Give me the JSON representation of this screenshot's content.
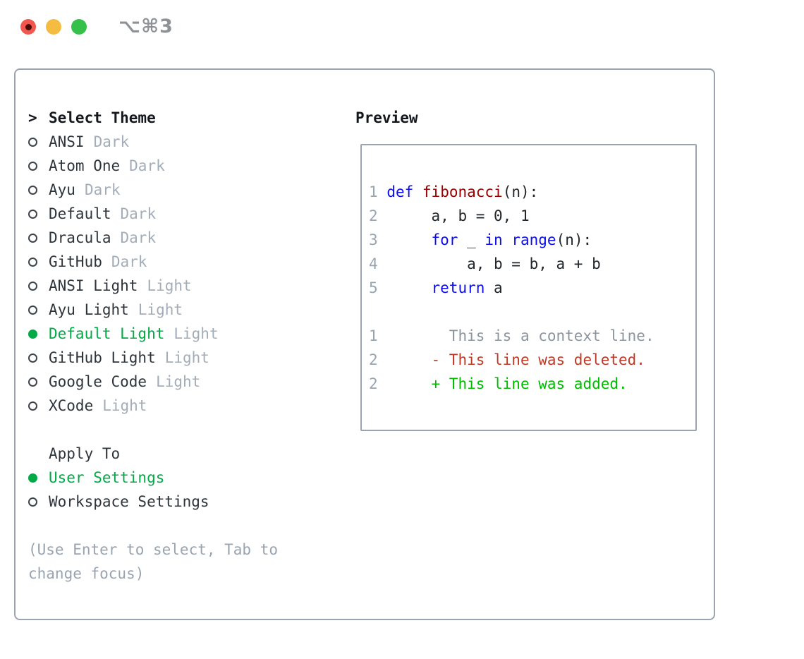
{
  "titlebar": {
    "shortcut": "⌥⌘3",
    "buttons": [
      "close",
      "minimize",
      "zoom"
    ]
  },
  "colors": {
    "accent_green": "#00ab45",
    "diff_added_green": "#00bb00",
    "diff_deleted_red": "#bf3a26",
    "keyword_blue": "#0d0dee",
    "function_red": "#990000",
    "muted_gray": "#a3adb9",
    "line_number_gray": "#99a4b1",
    "context_gray": "#8c959e",
    "border_gray": "#9ba4b0",
    "traffic_red": "#f3564f",
    "traffic_yellow": "#f4bc40",
    "traffic_green": "#35c04a"
  },
  "left": {
    "prompt": ">",
    "title": "Select Theme",
    "themes": [
      {
        "name": "ANSI",
        "variant": "Dark",
        "selected": false
      },
      {
        "name": "Atom One",
        "variant": "Dark",
        "selected": false
      },
      {
        "name": "Ayu",
        "variant": "Dark",
        "selected": false
      },
      {
        "name": "Default",
        "variant": "Dark",
        "selected": false
      },
      {
        "name": "Dracula",
        "variant": "Dark",
        "selected": false
      },
      {
        "name": "GitHub",
        "variant": "Dark",
        "selected": false
      },
      {
        "name": "ANSI Light",
        "variant": "Light",
        "selected": false
      },
      {
        "name": "Ayu Light",
        "variant": "Light",
        "selected": false
      },
      {
        "name": "Default Light",
        "variant": "Light",
        "selected": true
      },
      {
        "name": "GitHub Light",
        "variant": "Light",
        "selected": false
      },
      {
        "name": "Google Code",
        "variant": "Light",
        "selected": false
      },
      {
        "name": "XCode",
        "variant": "Light",
        "selected": false
      }
    ],
    "apply": {
      "title": "Apply To",
      "options": [
        {
          "label": "User Settings",
          "selected": true
        },
        {
          "label": "Workspace Settings",
          "selected": false
        }
      ]
    },
    "hint": "(Use Enter to select, Tab to change focus)"
  },
  "preview": {
    "title": "Preview",
    "lines": [
      {
        "num": "1",
        "tokens": [
          [
            "pl",
            " "
          ],
          [
            "kw",
            "def"
          ],
          [
            "pl",
            " "
          ],
          [
            "fn",
            "fibonacci"
          ],
          [
            "pl",
            "(n):"
          ]
        ]
      },
      {
        "num": "2",
        "tokens": [
          [
            "pl",
            "      a, b = 0, 1"
          ]
        ]
      },
      {
        "num": "3",
        "tokens": [
          [
            "pl",
            "      "
          ],
          [
            "kw",
            "for"
          ],
          [
            "pl",
            " _ "
          ],
          [
            "kw",
            "in"
          ],
          [
            "pl",
            " "
          ],
          [
            "kw",
            "range"
          ],
          [
            "pl",
            "(n):"
          ]
        ]
      },
      {
        "num": "4",
        "tokens": [
          [
            "pl",
            "          a, b = b, a + b"
          ]
        ]
      },
      {
        "num": "5",
        "tokens": [
          [
            "pl",
            "      "
          ],
          [
            "kw",
            "return"
          ],
          [
            "pl",
            " a"
          ]
        ]
      },
      {
        "num": "",
        "tokens": []
      },
      {
        "num": "1",
        "tokens": [
          [
            "ctx",
            "        This is a context line."
          ]
        ]
      },
      {
        "num": "2",
        "tokens": [
          [
            "del",
            "      - This line was deleted."
          ]
        ]
      },
      {
        "num": "2",
        "tokens": [
          [
            "add",
            "      + This line was added."
          ]
        ]
      }
    ]
  }
}
